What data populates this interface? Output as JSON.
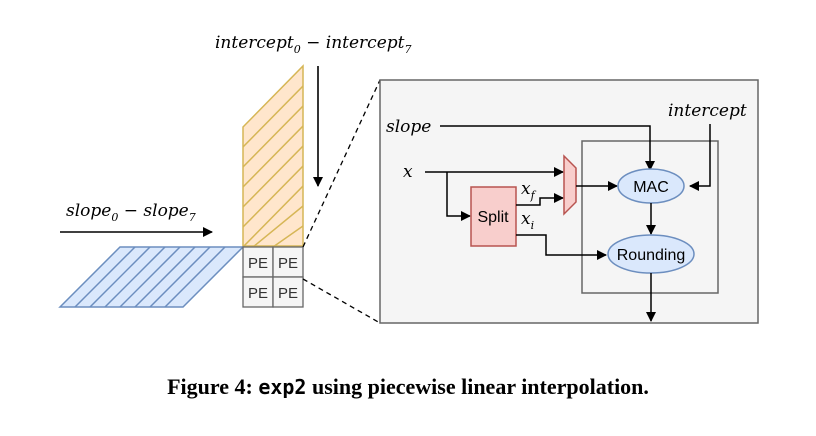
{
  "labels": {
    "intercept_range": {
      "a": "intercept",
      "a_sub": "0",
      "sep": " − ",
      "b": "intercept",
      "b_sub": "7"
    },
    "slope_range": {
      "a": "slope",
      "a_sub": "0",
      "sep": " − ",
      "b": "slope",
      "b_sub": "7"
    },
    "slope": "slope",
    "intercept": "intercept",
    "x": "x",
    "xf": "x",
    "xf_sub": "f",
    "xi": "x",
    "xi_sub": "i"
  },
  "blocks": {
    "split": "Split",
    "mac": "MAC",
    "rounding": "Rounding",
    "pe": [
      "PE",
      "PE",
      "PE",
      "PE"
    ]
  },
  "caption": {
    "prefix": "Figure 4: ",
    "code": "exp2",
    "suffix": " using piecewise linear interpolation."
  },
  "colors": {
    "orange_fill": "#ffe6cc",
    "orange_stroke": "#d6b656",
    "blue_fill": "#dae8fc",
    "blue_stroke": "#6c8ebf",
    "red_fill": "#f8cecc",
    "red_stroke": "#b85450",
    "panel_fill": "#f5f5f5",
    "panel_stroke": "#666666"
  }
}
